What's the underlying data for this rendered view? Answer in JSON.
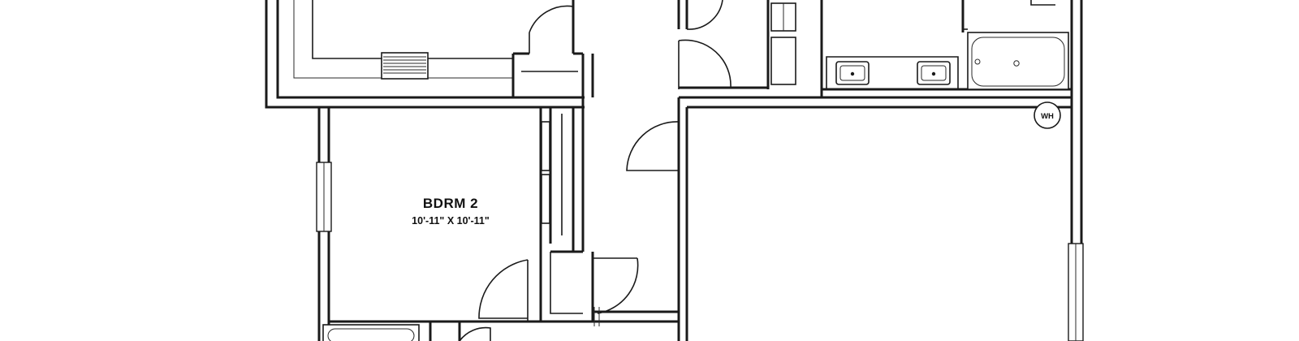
{
  "rooms": {
    "bedroom_2": {
      "name": "BDRM 2",
      "dimensions": "10'-11\" X 10'-11\""
    }
  },
  "fixtures": {
    "water_heater": "WH"
  }
}
